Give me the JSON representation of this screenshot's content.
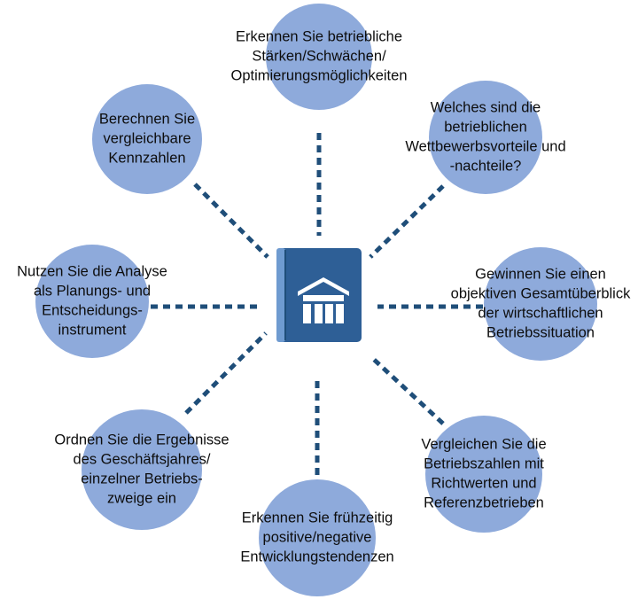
{
  "center": {
    "icon": "house-icon",
    "book_color": "#2e5f96"
  },
  "colors": {
    "circle": "#8eaadb",
    "connector": "#1f4e79"
  },
  "nodes": [
    {
      "id": "top",
      "lines": [
        "Erkennen Sie betriebliche",
        "Stärken/Schwächen/",
        "Optimierungsmöglichkeiten"
      ]
    },
    {
      "id": "top-right",
      "lines": [
        "Welches sind die",
        "betrieblichen",
        "Wettbewerbsvorteile und",
        "-nachteile?"
      ]
    },
    {
      "id": "right",
      "lines": [
        "Gewinnen Sie einen",
        "objektiven Gesamtüberblick",
        "der wirtschaftlichen",
        "Betriebssituation"
      ]
    },
    {
      "id": "bottom-right",
      "lines": [
        "Vergleichen Sie die",
        "Betriebszahlen mit",
        "Richtwerten und",
        "Referenzbetrieben"
      ]
    },
    {
      "id": "bottom",
      "lines": [
        "Erkennen Sie frühzeitig",
        "positive/negative",
        "Entwicklungstendenzen"
      ]
    },
    {
      "id": "bottom-left",
      "lines": [
        "Ordnen Sie die Ergebnisse",
        "des Geschäftsjahres/",
        "einzelner Betriebs-",
        "zweige ein"
      ]
    },
    {
      "id": "left",
      "lines": [
        "Nutzen Sie die Analyse",
        "als Planungs- und",
        "Entscheidungs-",
        "instrument"
      ]
    },
    {
      "id": "top-left",
      "lines": [
        "Berechnen Sie",
        "vergleichbare",
        "Kennzahlen"
      ]
    }
  ]
}
